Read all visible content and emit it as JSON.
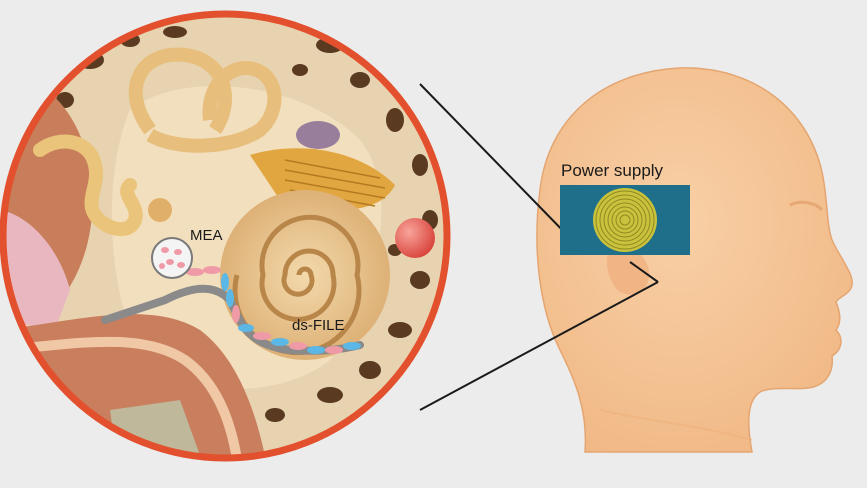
{
  "labels": {
    "power_supply": "Power supply",
    "mea": "MEA",
    "ds_file": "ds-FILE"
  },
  "colors": {
    "background": "#ececec",
    "ring": "#e2502e",
    "skin": "#f6c79a",
    "device": "#1f6f8b",
    "coil": "#c9c23c",
    "bone": "#e8d3b0",
    "electrode_pink": "#ef9aa6",
    "electrode_blue": "#5bb8e6",
    "sphere": "#e55b55"
  }
}
